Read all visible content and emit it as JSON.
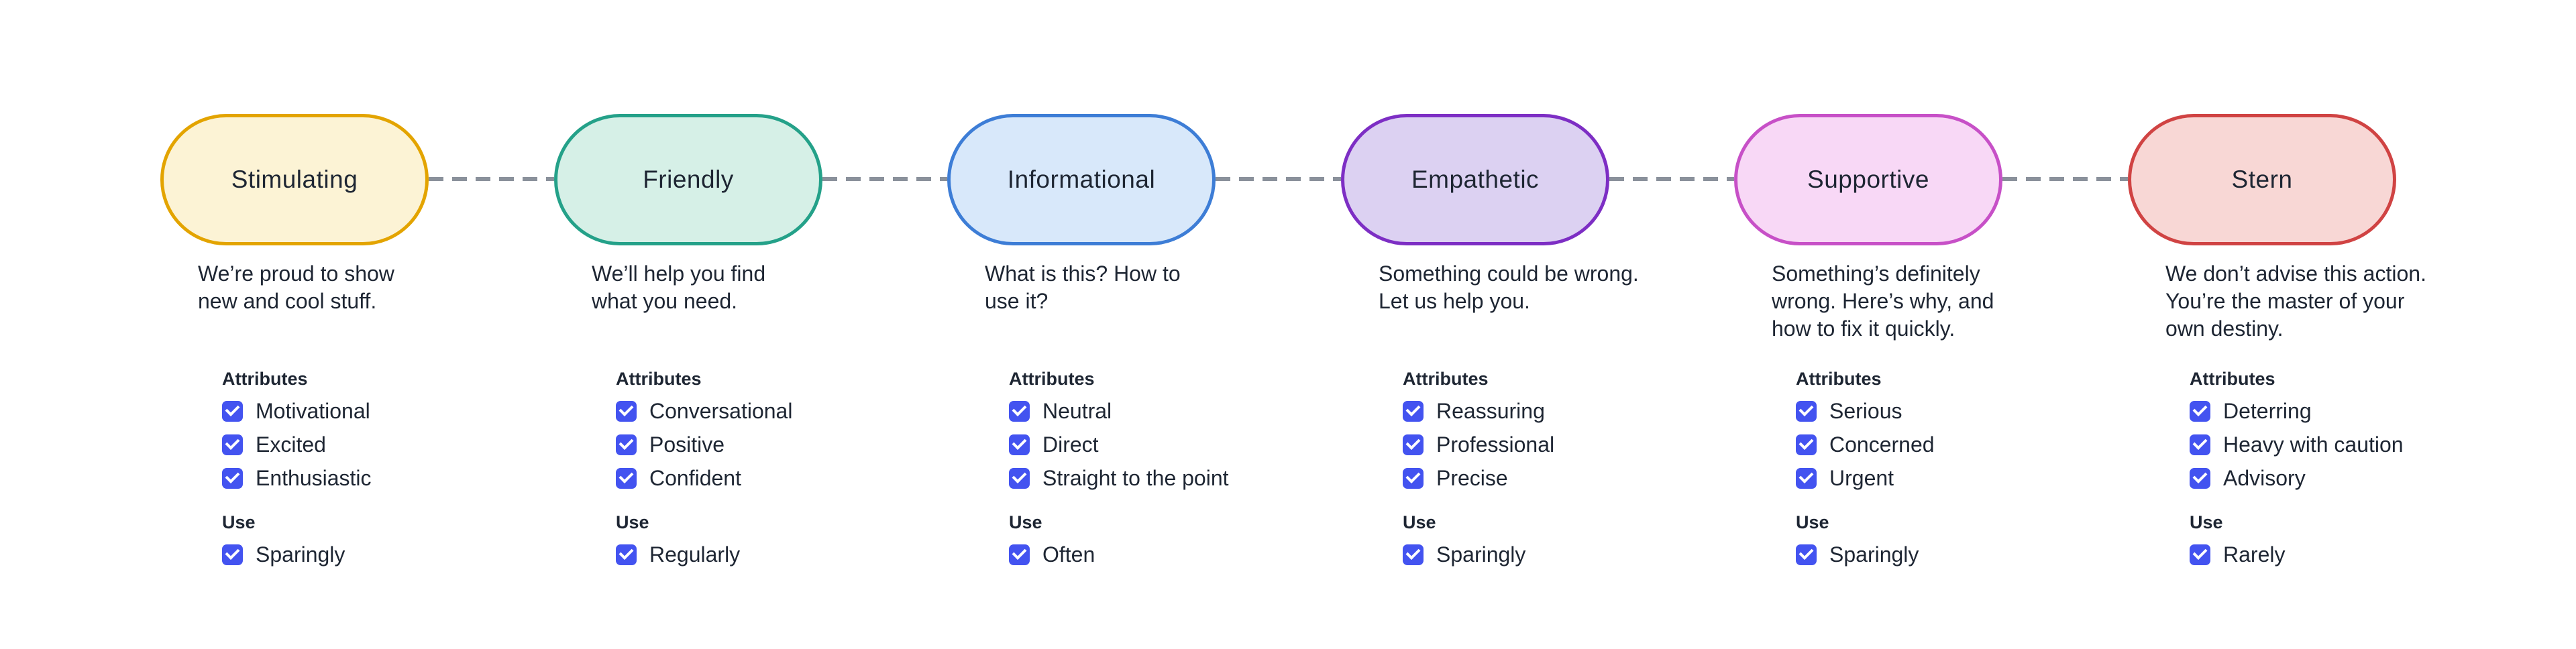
{
  "diagram": {
    "attributes_heading": "Attributes",
    "use_heading": "Use",
    "checkbox_color": "#4353f0",
    "connector_color": "#8a919b",
    "text_color": "#1e2633",
    "tones": [
      {
        "label": "Stimulating",
        "description": "We’re proud to show\nnew and cool stuff.",
        "fill": "#fcf3d5",
        "border": "#e3a400",
        "attributes": [
          "Motivational",
          "Excited",
          "Enthusiastic"
        ],
        "use": "Sparingly"
      },
      {
        "label": "Friendly",
        "description": "We’ll help you find\nwhat you need.",
        "fill": "#d6f0e7",
        "border": "#24a189",
        "attributes": [
          "Conversational",
          "Positive",
          "Confident"
        ],
        "use": "Regularly"
      },
      {
        "label": "Informational",
        "description": "What is this? How to\nuse it?",
        "fill": "#d8e8fa",
        "border": "#3d7dd6",
        "attributes": [
          "Neutral",
          "Direct",
          "Straight to the point"
        ],
        "use": "Often"
      },
      {
        "label": "Empathetic",
        "description": "Something could be wrong.\nLet us help you.",
        "fill": "#dcd1f2",
        "border": "#7d2ec4",
        "attributes": [
          "Reassuring",
          "Professional",
          "Precise"
        ],
        "use": "Sparingly"
      },
      {
        "label": "Supportive",
        "description": "Something’s definitely\nwrong. Here’s why, and\nhow to fix it quickly.",
        "fill": "#f8d8f6",
        "border": "#c750c7",
        "attributes": [
          "Serious",
          "Concerned",
          "Urgent"
        ],
        "use": "Sparingly"
      },
      {
        "label": "Stern",
        "description": "We don’t advise this action.\nYou’re the master of your\nown destiny.",
        "fill": "#f8d7d5",
        "border": "#d04343",
        "attributes": [
          "Deterring",
          "Heavy with caution",
          "Advisory"
        ],
        "use": "Rarely"
      }
    ]
  }
}
